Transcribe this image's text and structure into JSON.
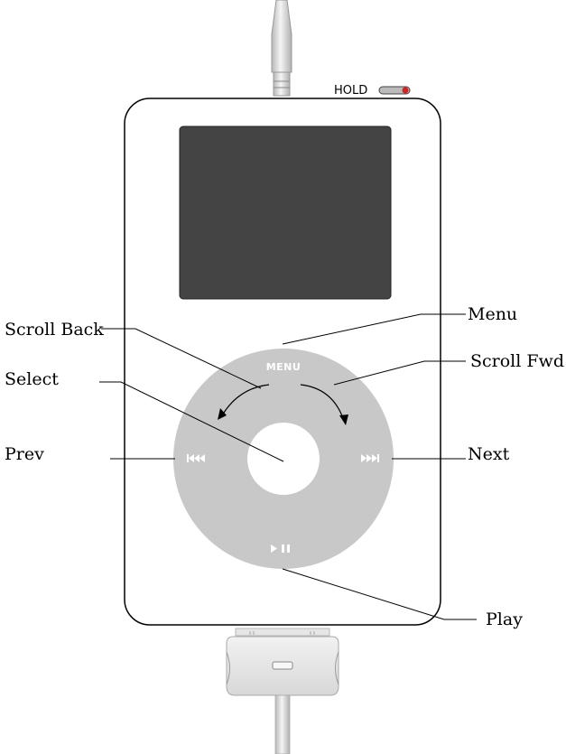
{
  "hold_switch": {
    "label": "HOLD",
    "indicator_color": "#d92020"
  },
  "wheel": {
    "menu_label": "MENU",
    "prev_icon": "previous-track-icon",
    "next_icon": "next-track-icon",
    "play_icon": "play-pause-icon"
  },
  "callouts": {
    "scroll_back": "Scroll Back",
    "select": "Select",
    "prev": "Prev",
    "menu": "Menu",
    "scroll_fwd": "Scroll Fwd",
    "next": "Next",
    "play": "Play"
  },
  "colors": {
    "screen": "#444444",
    "wheel": "#c8c8c8",
    "body_fill": "#ffffff",
    "outline": "#000000",
    "cable": "#d8d8d8"
  }
}
